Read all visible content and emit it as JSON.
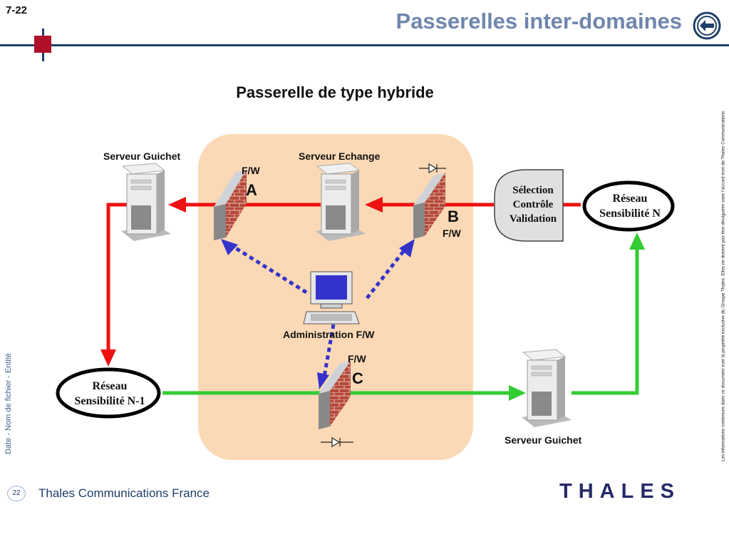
{
  "header": {
    "slide_number": "7-22",
    "title": "Passerelles inter-domaines",
    "back_icon": "left-arrow-circle-icon"
  },
  "diagram": {
    "title": "Passerelle de type hybride",
    "server_guichet_top": "Serveur Guichet",
    "server_echange": "Serveur Echange",
    "server_guichet_bottom": "Serveur Guichet",
    "firewall_a": {
      "label": "F/W",
      "letter": "A"
    },
    "firewall_b": {
      "label": "F/W",
      "letter": "B"
    },
    "firewall_c": {
      "label": "F/W",
      "letter": "C"
    },
    "admin_label": "Administration F/W",
    "selection_box": [
      "Sélection",
      "Contrôle",
      "Validation"
    ],
    "network_n": [
      "Réseau",
      "Sensibilité N"
    ],
    "network_n1": [
      "Réseau",
      "Sensibilité N-1"
    ],
    "colors": {
      "red_flow": "#ee1111",
      "green_flow": "#33cc33",
      "admin_link": "#3333cc",
      "zone": "#fcd9b6"
    }
  },
  "footer": {
    "side_label": "Date - Nom de fichier - Entité",
    "disclaimer": "Les informations contenues dans ce document sont la propriété exclusive du Groupe Thales. Elles ne doivent pas être divulguées sans l'accord écrit de Thales Communications.",
    "page_number": "22",
    "company": "Thales Communications France",
    "logo_text": "THALES"
  }
}
